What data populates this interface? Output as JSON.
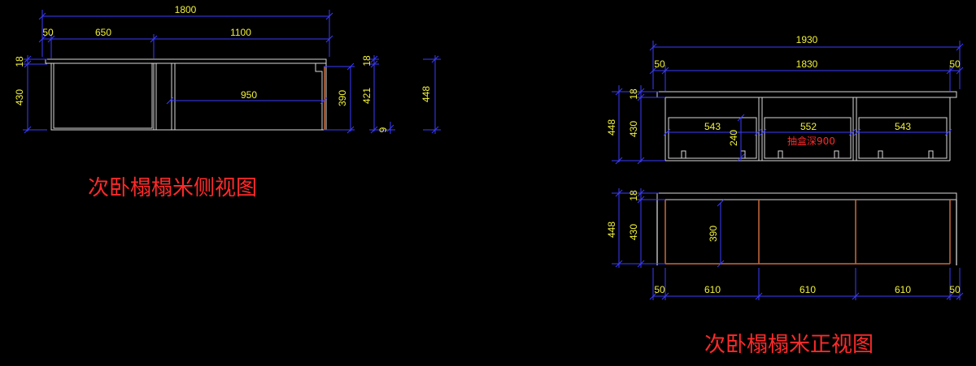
{
  "colors": {
    "background": "#000000",
    "dimension_lines": "#3b3bff",
    "dimension_text": "#f2f23c",
    "note_text": "#ff2a2a",
    "outlines": "#d8d8d8",
    "wood_edge": "#c96a3c"
  },
  "side_view": {
    "title": "次卧榻榻米侧视图",
    "dims": {
      "total_width": "1800",
      "left_margin": "50",
      "seg_a": "650",
      "seg_b": "1100",
      "inner_width": "950",
      "left_top_thickness": "18",
      "left_height": "430",
      "inner_height": "390",
      "mid_height": "421",
      "top_thickness_right": "18",
      "bottom_gap": "9",
      "total_height": "448"
    }
  },
  "front_view": {
    "title": "次卧榻榻米正视图",
    "drawer_note": "抽盒深900",
    "dims_top": {
      "total_width": "1930",
      "left_margin": "50",
      "inner_width": "1830",
      "right_margin": "50",
      "top_thickness": "18",
      "total_height": "448",
      "body_height": "430",
      "drawer_height": "240",
      "drawer_w1": "543",
      "drawer_w2": "552",
      "drawer_w3": "543"
    },
    "dims_bottom": {
      "top_thickness": "18",
      "total_height": "448",
      "body_height": "430",
      "inner_height": "390",
      "left_margin": "50",
      "bay1": "610",
      "bay2": "610",
      "bay3": "610",
      "right_margin": "50"
    }
  }
}
